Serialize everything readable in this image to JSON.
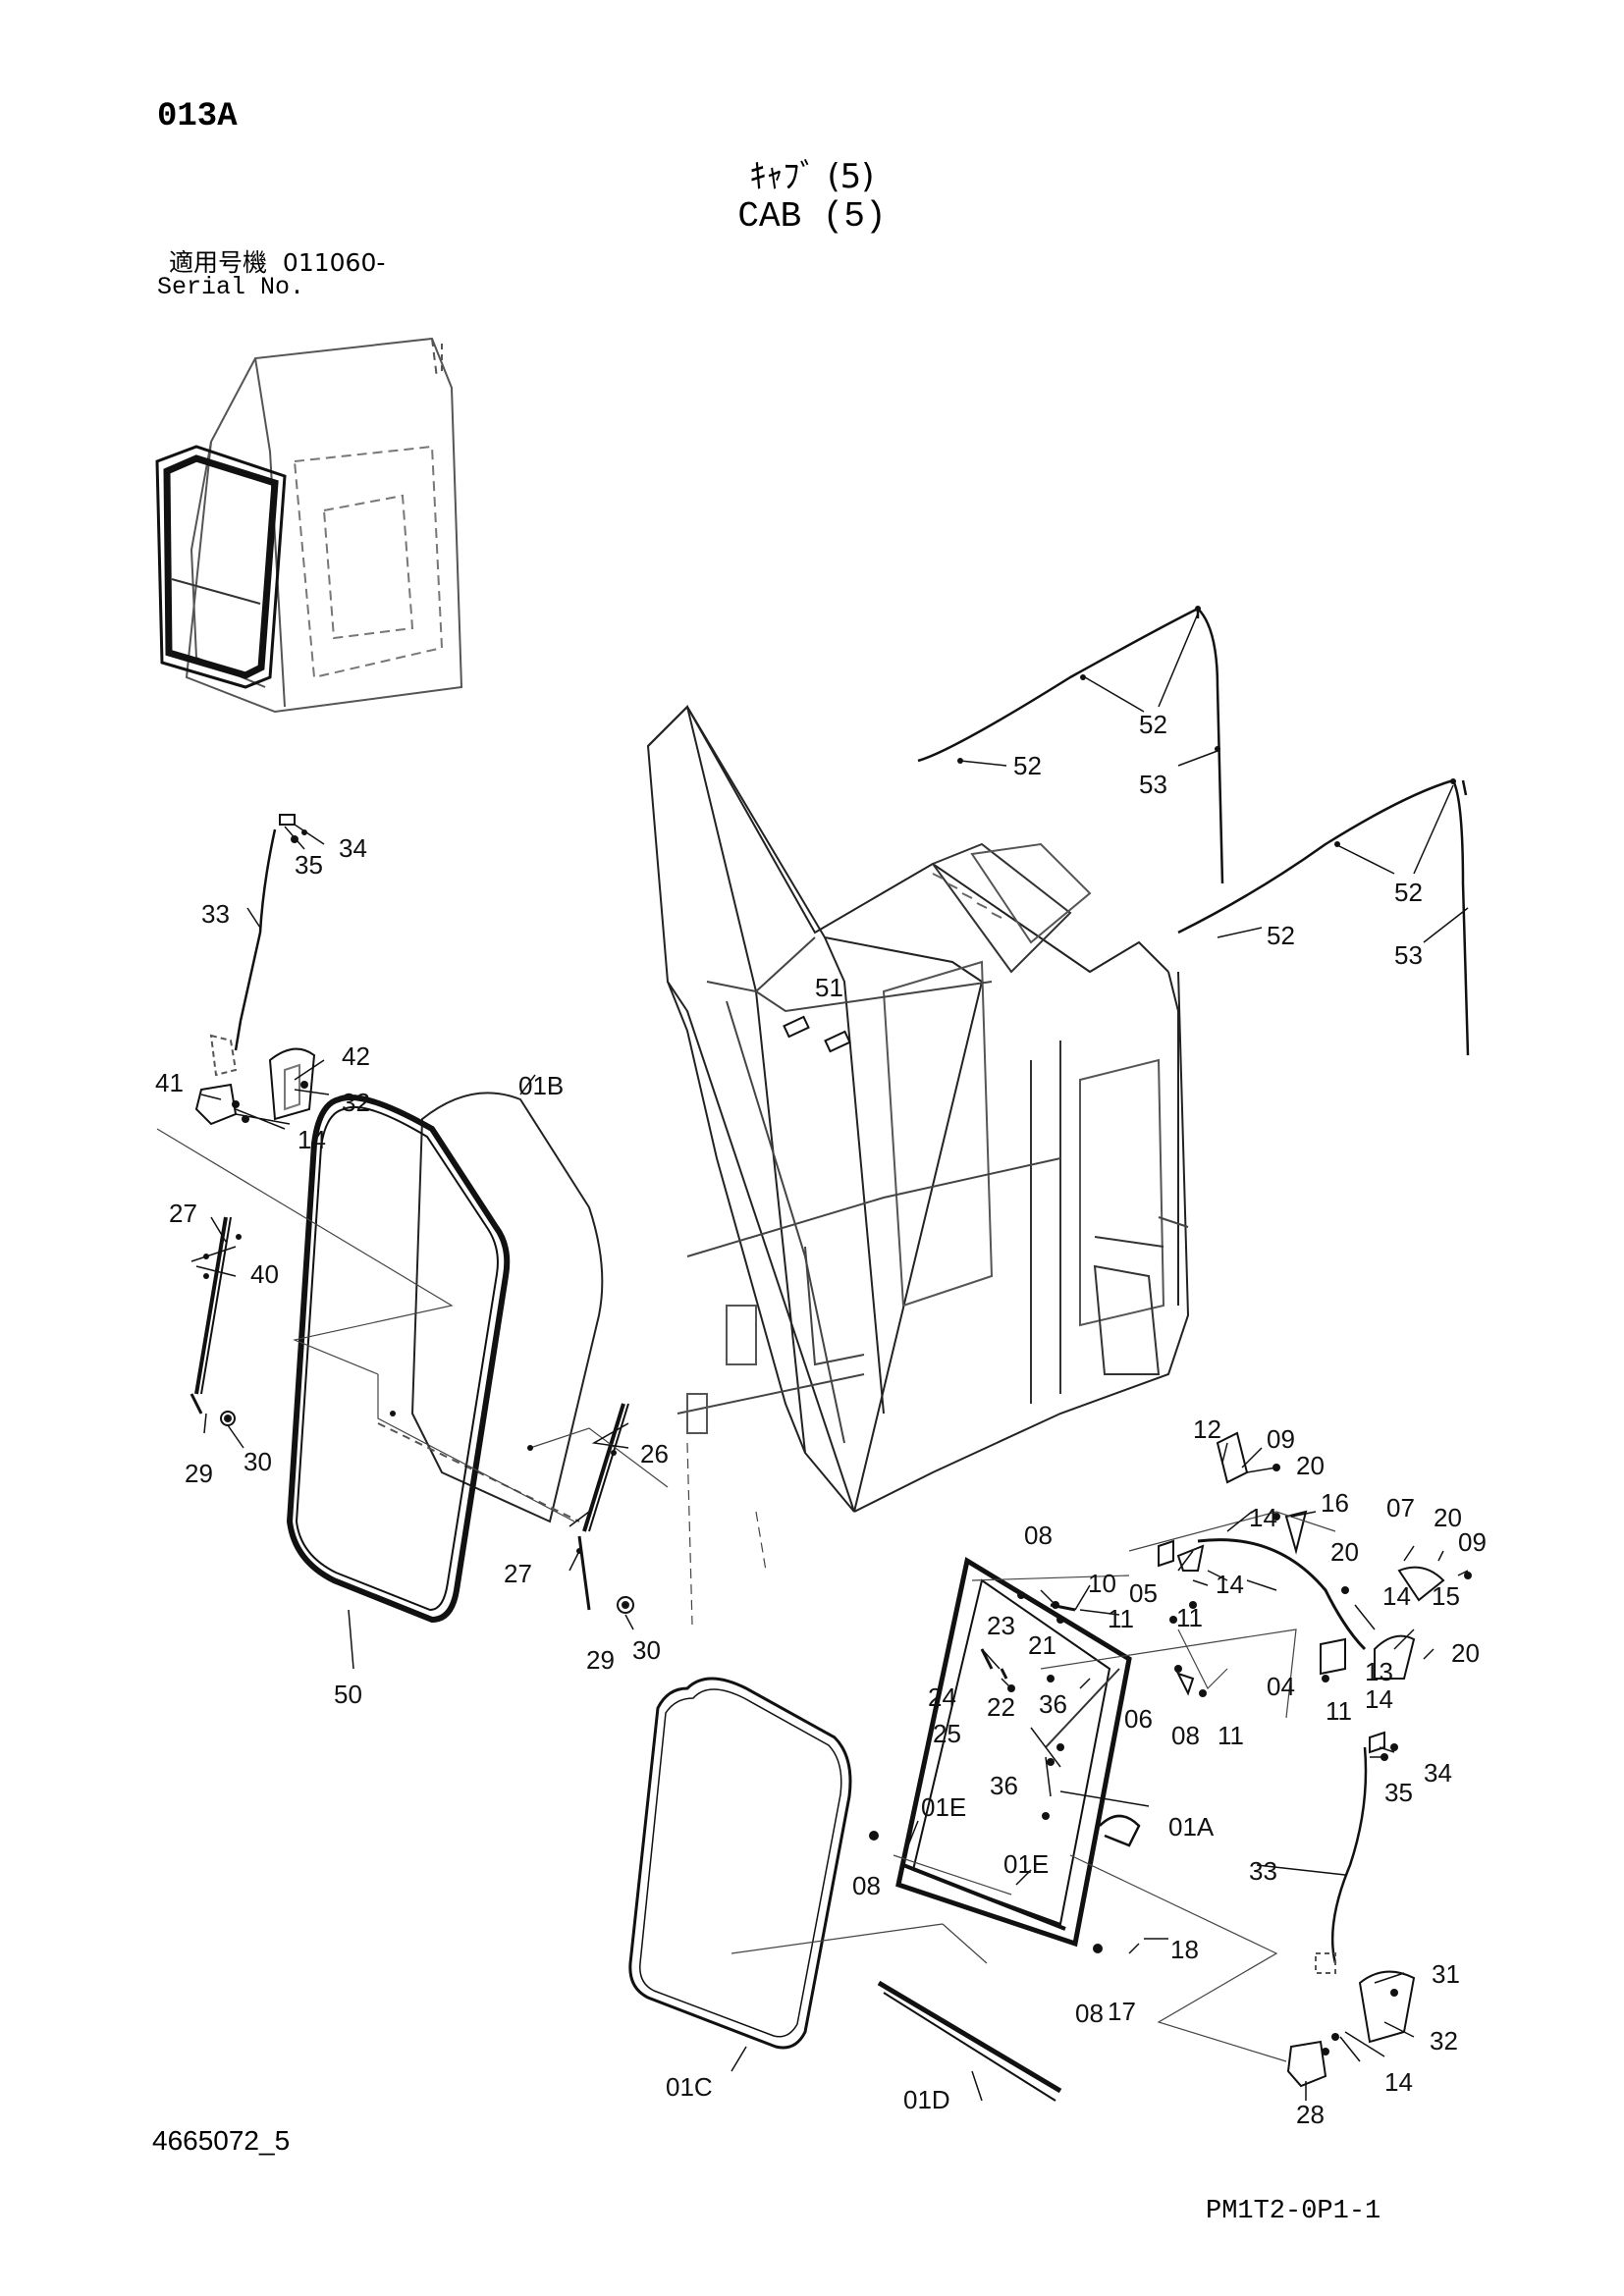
{
  "header": {
    "page_code": "013A",
    "title_jp": "ｷｬﾌﾞ (5)",
    "title_en": "CAB (5)",
    "serial_label_jp": "適用号機",
    "serial_value": "011060-",
    "serial_label_en": "Serial No."
  },
  "footer": {
    "doc_number": "4665072_5",
    "page_ref": "PM1T2-0P1-1"
  },
  "callouts": [
    {
      "id": "c-52a",
      "text": "52"
    },
    {
      "id": "c-52b",
      "text": "52"
    },
    {
      "id": "c-53a",
      "text": "53"
    },
    {
      "id": "c-52c",
      "text": "52"
    },
    {
      "id": "c-52d",
      "text": "52"
    },
    {
      "id": "c-53b",
      "text": "53"
    },
    {
      "id": "c-34a",
      "text": "34"
    },
    {
      "id": "c-35a",
      "text": "35"
    },
    {
      "id": "c-33a",
      "text": "33"
    },
    {
      "id": "c-51",
      "text": "51"
    },
    {
      "id": "c-42",
      "text": "42"
    },
    {
      "id": "c-41",
      "text": "41"
    },
    {
      "id": "c-32a",
      "text": "32"
    },
    {
      "id": "c-14a",
      "text": "14"
    },
    {
      "id": "c-01B",
      "text": "01B"
    },
    {
      "id": "c-27a",
      "text": "27"
    },
    {
      "id": "c-40",
      "text": "40"
    },
    {
      "id": "c-29a",
      "text": "29"
    },
    {
      "id": "c-30a",
      "text": "30"
    },
    {
      "id": "c-26",
      "text": "26"
    },
    {
      "id": "c-27b",
      "text": "27"
    },
    {
      "id": "c-29b",
      "text": "29"
    },
    {
      "id": "c-30b",
      "text": "30"
    },
    {
      "id": "c-50",
      "text": "50"
    },
    {
      "id": "c-12",
      "text": "12"
    },
    {
      "id": "c-09a",
      "text": "09"
    },
    {
      "id": "c-20a",
      "text": "20"
    },
    {
      "id": "c-14b",
      "text": "14"
    },
    {
      "id": "c-16",
      "text": "16"
    },
    {
      "id": "c-07",
      "text": "07"
    },
    {
      "id": "c-20b",
      "text": "20"
    },
    {
      "id": "c-09b",
      "text": "09"
    },
    {
      "id": "c-08a",
      "text": "08"
    },
    {
      "id": "c-10",
      "text": "10"
    },
    {
      "id": "c-05",
      "text": "05"
    },
    {
      "id": "c-14c",
      "text": "14"
    },
    {
      "id": "c-20c",
      "text": "20"
    },
    {
      "id": "c-11a",
      "text": "11"
    },
    {
      "id": "c-11b",
      "text": "11"
    },
    {
      "id": "c-14d",
      "text": "14"
    },
    {
      "id": "c-15",
      "text": "15"
    },
    {
      "id": "c-20d",
      "text": "20"
    },
    {
      "id": "c-23",
      "text": "23"
    },
    {
      "id": "c-21",
      "text": "21"
    },
    {
      "id": "c-24",
      "text": "24"
    },
    {
      "id": "c-22",
      "text": "22"
    },
    {
      "id": "c-25",
      "text": "25"
    },
    {
      "id": "c-36a",
      "text": "36"
    },
    {
      "id": "c-06",
      "text": "06"
    },
    {
      "id": "c-08b",
      "text": "08"
    },
    {
      "id": "c-11c",
      "text": "11"
    },
    {
      "id": "c-04",
      "text": "04"
    },
    {
      "id": "c-11d",
      "text": "11"
    },
    {
      "id": "c-13",
      "text": "13"
    },
    {
      "id": "c-14e",
      "text": "14"
    },
    {
      "id": "c-34b",
      "text": "34"
    },
    {
      "id": "c-35b",
      "text": "35"
    },
    {
      "id": "c-36b",
      "text": "36"
    },
    {
      "id": "c-01A",
      "text": "01A"
    },
    {
      "id": "c-01E-a",
      "text": "01E"
    },
    {
      "id": "c-08c",
      "text": "08"
    },
    {
      "id": "c-01E-b",
      "text": "01E"
    },
    {
      "id": "c-33b",
      "text": "33"
    },
    {
      "id": "c-18",
      "text": "18"
    },
    {
      "id": "c-08d",
      "text": "08"
    },
    {
      "id": "c-17",
      "text": "17"
    },
    {
      "id": "c-31",
      "text": "31"
    },
    {
      "id": "c-32b",
      "text": "32"
    },
    {
      "id": "c-14f",
      "text": "14"
    },
    {
      "id": "c-28",
      "text": "28"
    },
    {
      "id": "c-01C",
      "text": "01C"
    },
    {
      "id": "c-01D",
      "text": "01D"
    }
  ]
}
